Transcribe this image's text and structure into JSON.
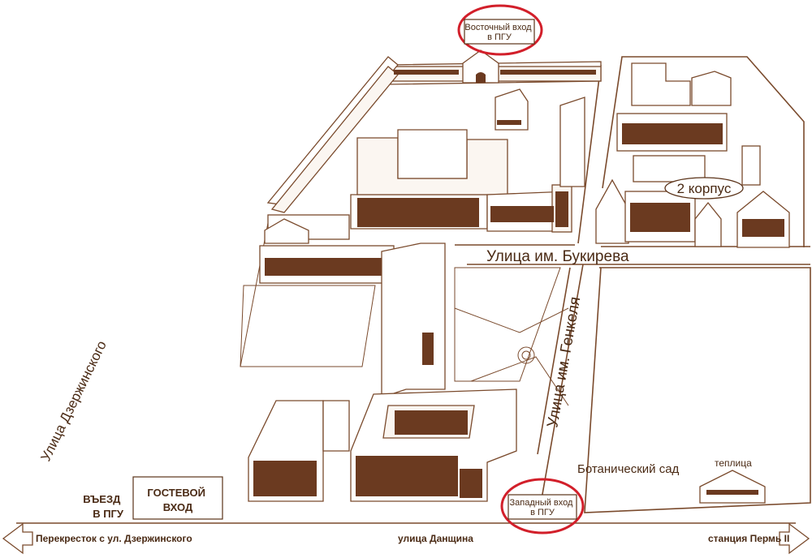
{
  "labels": {
    "east_entrance": [
      "Восточный вход",
      "в ПГУ"
    ],
    "west_entrance": [
      "Западный вход",
      "в ПГУ"
    ],
    "building_2": "2 корпус",
    "bukireva_street": "Улица им. Букирева",
    "genkelya_street": "Улица им. Генкеля",
    "dzerzhinskogo_street": "Улица Дзержинского",
    "botanical_garden": "Ботанический сад",
    "greenhouse": "теплица",
    "entry": [
      "ВЪЕЗД",
      "В ПГУ"
    ],
    "guest_entry": [
      "ГОСТЕВОЙ",
      "ВХОД"
    ],
    "crossroad": "Перекресток с ул. Дзержинского",
    "danshchina_street": "улица Данщина",
    "station": "станция Пермь II"
  },
  "colors": {
    "line": "#7a4a2c",
    "highlight": "#d21f2a",
    "text": "#4a2a14"
  }
}
